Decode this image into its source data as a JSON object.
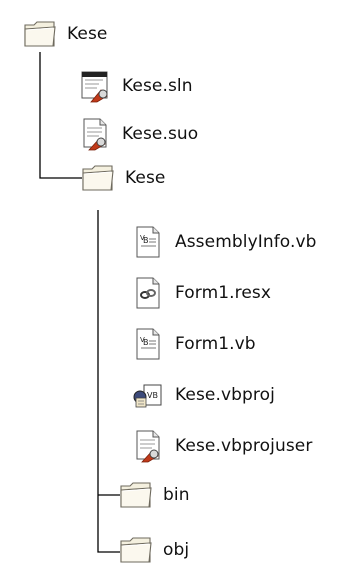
{
  "tree": {
    "root": {
      "label": "Kese",
      "icon": "folder-icon",
      "children": [
        {
          "label": "Kese.sln",
          "icon": "solution-file-icon"
        },
        {
          "label": "Kese.suo",
          "icon": "solution-options-file-icon"
        },
        {
          "label": "Kese",
          "icon": "folder-icon",
          "children": [
            {
              "label": "AssemblyInfo.vb",
              "icon": "vb-file-icon"
            },
            {
              "label": "Form1.resx",
              "icon": "resx-file-icon"
            },
            {
              "label": "Form1.vb",
              "icon": "vb-file-icon"
            },
            {
              "label": "Kese.vbproj",
              "icon": "vbproj-file-icon"
            },
            {
              "label": "Kese.vbprojuser",
              "icon": "vbprojuser-file-icon"
            },
            {
              "label": "bin",
              "icon": "folder-icon"
            },
            {
              "label": "obj",
              "icon": "folder-icon"
            }
          ]
        }
      ]
    }
  },
  "colors": {
    "folder_fill": "#f4f0df",
    "folder_stroke": "#6e6a5e",
    "line": "#000000"
  }
}
